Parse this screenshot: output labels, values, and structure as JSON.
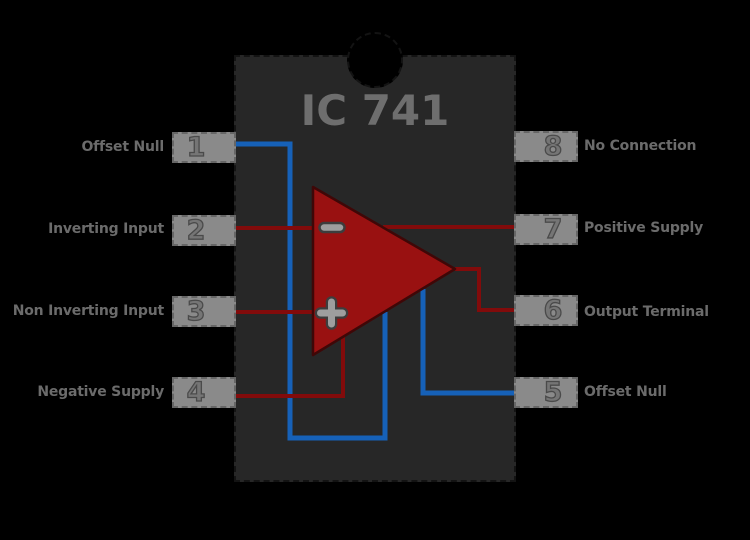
{
  "title": "IC 741",
  "component": "8-pin op-amp pinout diagram",
  "colors": {
    "background": "#000000",
    "chip_body": "#272727",
    "chip_outline": "#131313",
    "pin_fill": "#8a8a8a",
    "label_text": "#6b6b6b",
    "title_text": "#6e6e6e",
    "number_text": "#757575",
    "wire_red": "#820b0b",
    "wire_blue": "#1661b8",
    "opamp_fill": "#991111",
    "symbol_fill": "#9e9e9e"
  },
  "pins": [
    {
      "number": "1",
      "label": "Offset Null",
      "side": "left",
      "wire_color": "blue"
    },
    {
      "number": "2",
      "label": "Inverting Input",
      "side": "left",
      "wire_color": "red"
    },
    {
      "number": "3",
      "label": "Non Inverting Input",
      "side": "left",
      "wire_color": "red"
    },
    {
      "number": "4",
      "label": "Negative Supply",
      "side": "left",
      "wire_color": "red"
    },
    {
      "number": "5",
      "label": "Offset Null",
      "side": "right",
      "wire_color": "blue"
    },
    {
      "number": "6",
      "label": "Output Terminal",
      "side": "right",
      "wire_color": "red"
    },
    {
      "number": "7",
      "label": "Positive Supply",
      "side": "right",
      "wire_color": "red"
    },
    {
      "number": "8",
      "label": "No Connection",
      "side": "right",
      "wire_color": "none"
    }
  ],
  "opamp": {
    "inverting_icon": "minus-icon",
    "non_inverting_icon": "plus-icon"
  }
}
